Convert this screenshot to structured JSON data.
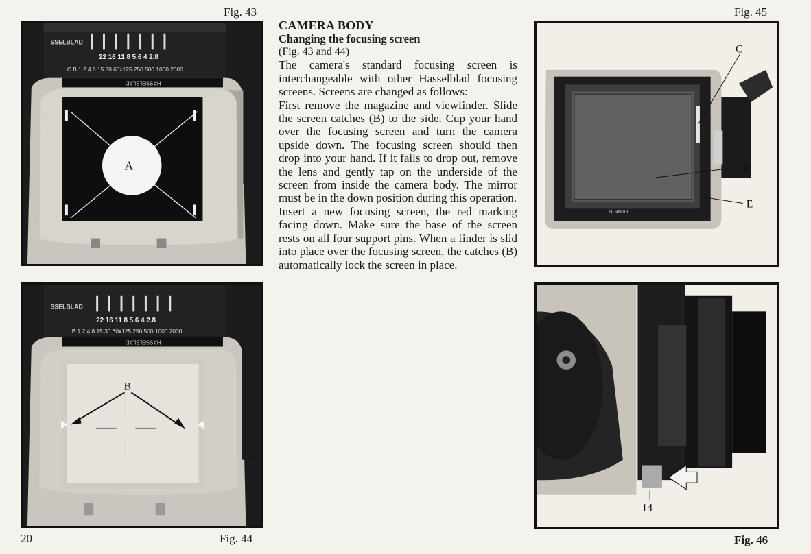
{
  "page_number": "20",
  "figures": {
    "fig43": {
      "label": "Fig. 43",
      "callout": "A"
    },
    "fig44": {
      "label": "Fig. 44",
      "callout": "B"
    },
    "fig45": {
      "label": "Fig. 45",
      "callouts": [
        "C",
        "D",
        "E"
      ],
      "serial": "UI 500019"
    },
    "fig46": {
      "label": "Fig. 46",
      "callout": "14"
    }
  },
  "lens_engravings": {
    "brand": "SSELBLAD",
    "apertures": "22 16 11 8 5.6 4 2.8",
    "speeds_43": "C B 1 2 4 8 15 30 60x125 250 500 1000 2000",
    "speeds_44": "B 1 2 4 8 15 30 60x125 250 500 1000 2000",
    "body_name": "HASSELBLAD"
  },
  "article": {
    "heading": "CAMERA BODY",
    "subheading": "Changing the focusing screen",
    "reference": "(Fig. 43 and 44)",
    "paragraphs": [
      "The camera's standard focusing screen is interchangeable with other Hasselblad focusing screens. Screens are changed as follows:",
      "First remove the magazine and viewfinder. Slide the screen catches (B) to the side. Cup your hand over the focusing screen and turn the camera upside down. The focusing screen should then drop into your hand. If it fails to drop out, remove the lens and gently tap on the underside of the screen from inside the camera body. The mirror must be in the down position during this operation.",
      "Insert a new focusing screen, the red marking facing down. Make sure the base of the screen rests on all four support pins. When a finder is slid into place over the focusing screen, the catches (B) automatically lock the screen in place."
    ]
  }
}
